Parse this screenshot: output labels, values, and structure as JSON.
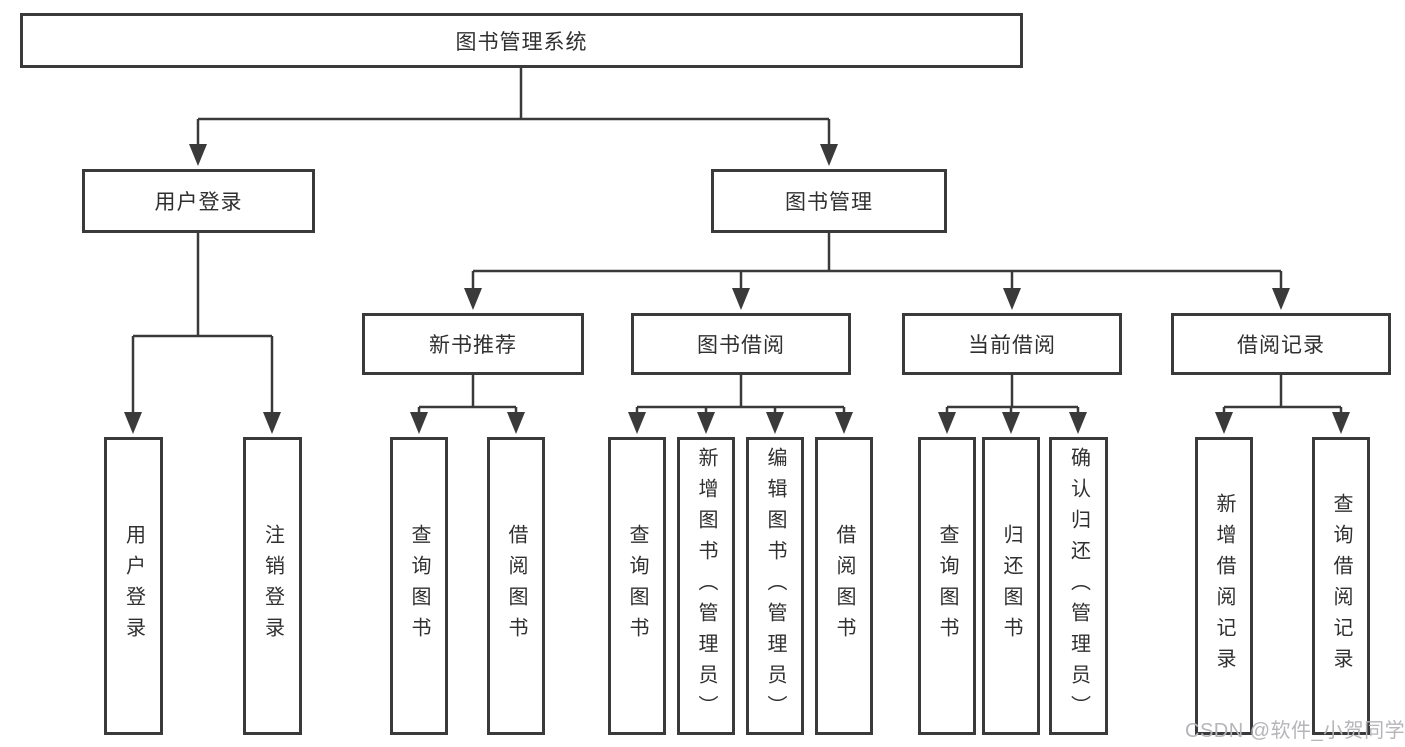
{
  "tree": {
    "root": "图书管理系统",
    "branches": [
      {
        "label": "用户登录",
        "children": [
          "用户登录",
          "注销登录"
        ]
      },
      {
        "label": "图书管理",
        "groups": [
          {
            "label": "新书推荐",
            "children": [
              "查询图书",
              "借阅图书"
            ]
          },
          {
            "label": "图书借阅",
            "children": [
              "查询图书",
              "新增图书（管理员）",
              "编辑图书（管理员）",
              "借阅图书"
            ]
          },
          {
            "label": "当前借阅",
            "children": [
              "查询图书",
              "归还图书",
              "确认归还（管理员）"
            ]
          },
          {
            "label": "借阅记录",
            "children": [
              "新增借阅记录",
              "查询借阅记录"
            ]
          }
        ]
      }
    ]
  },
  "watermark": {
    "text": "CSDN @软件_小贺同学"
  },
  "colors": {
    "line": "#3a3a3a",
    "text": "#303030",
    "watermark": "#b5b5ba",
    "background": "#ffffff"
  }
}
